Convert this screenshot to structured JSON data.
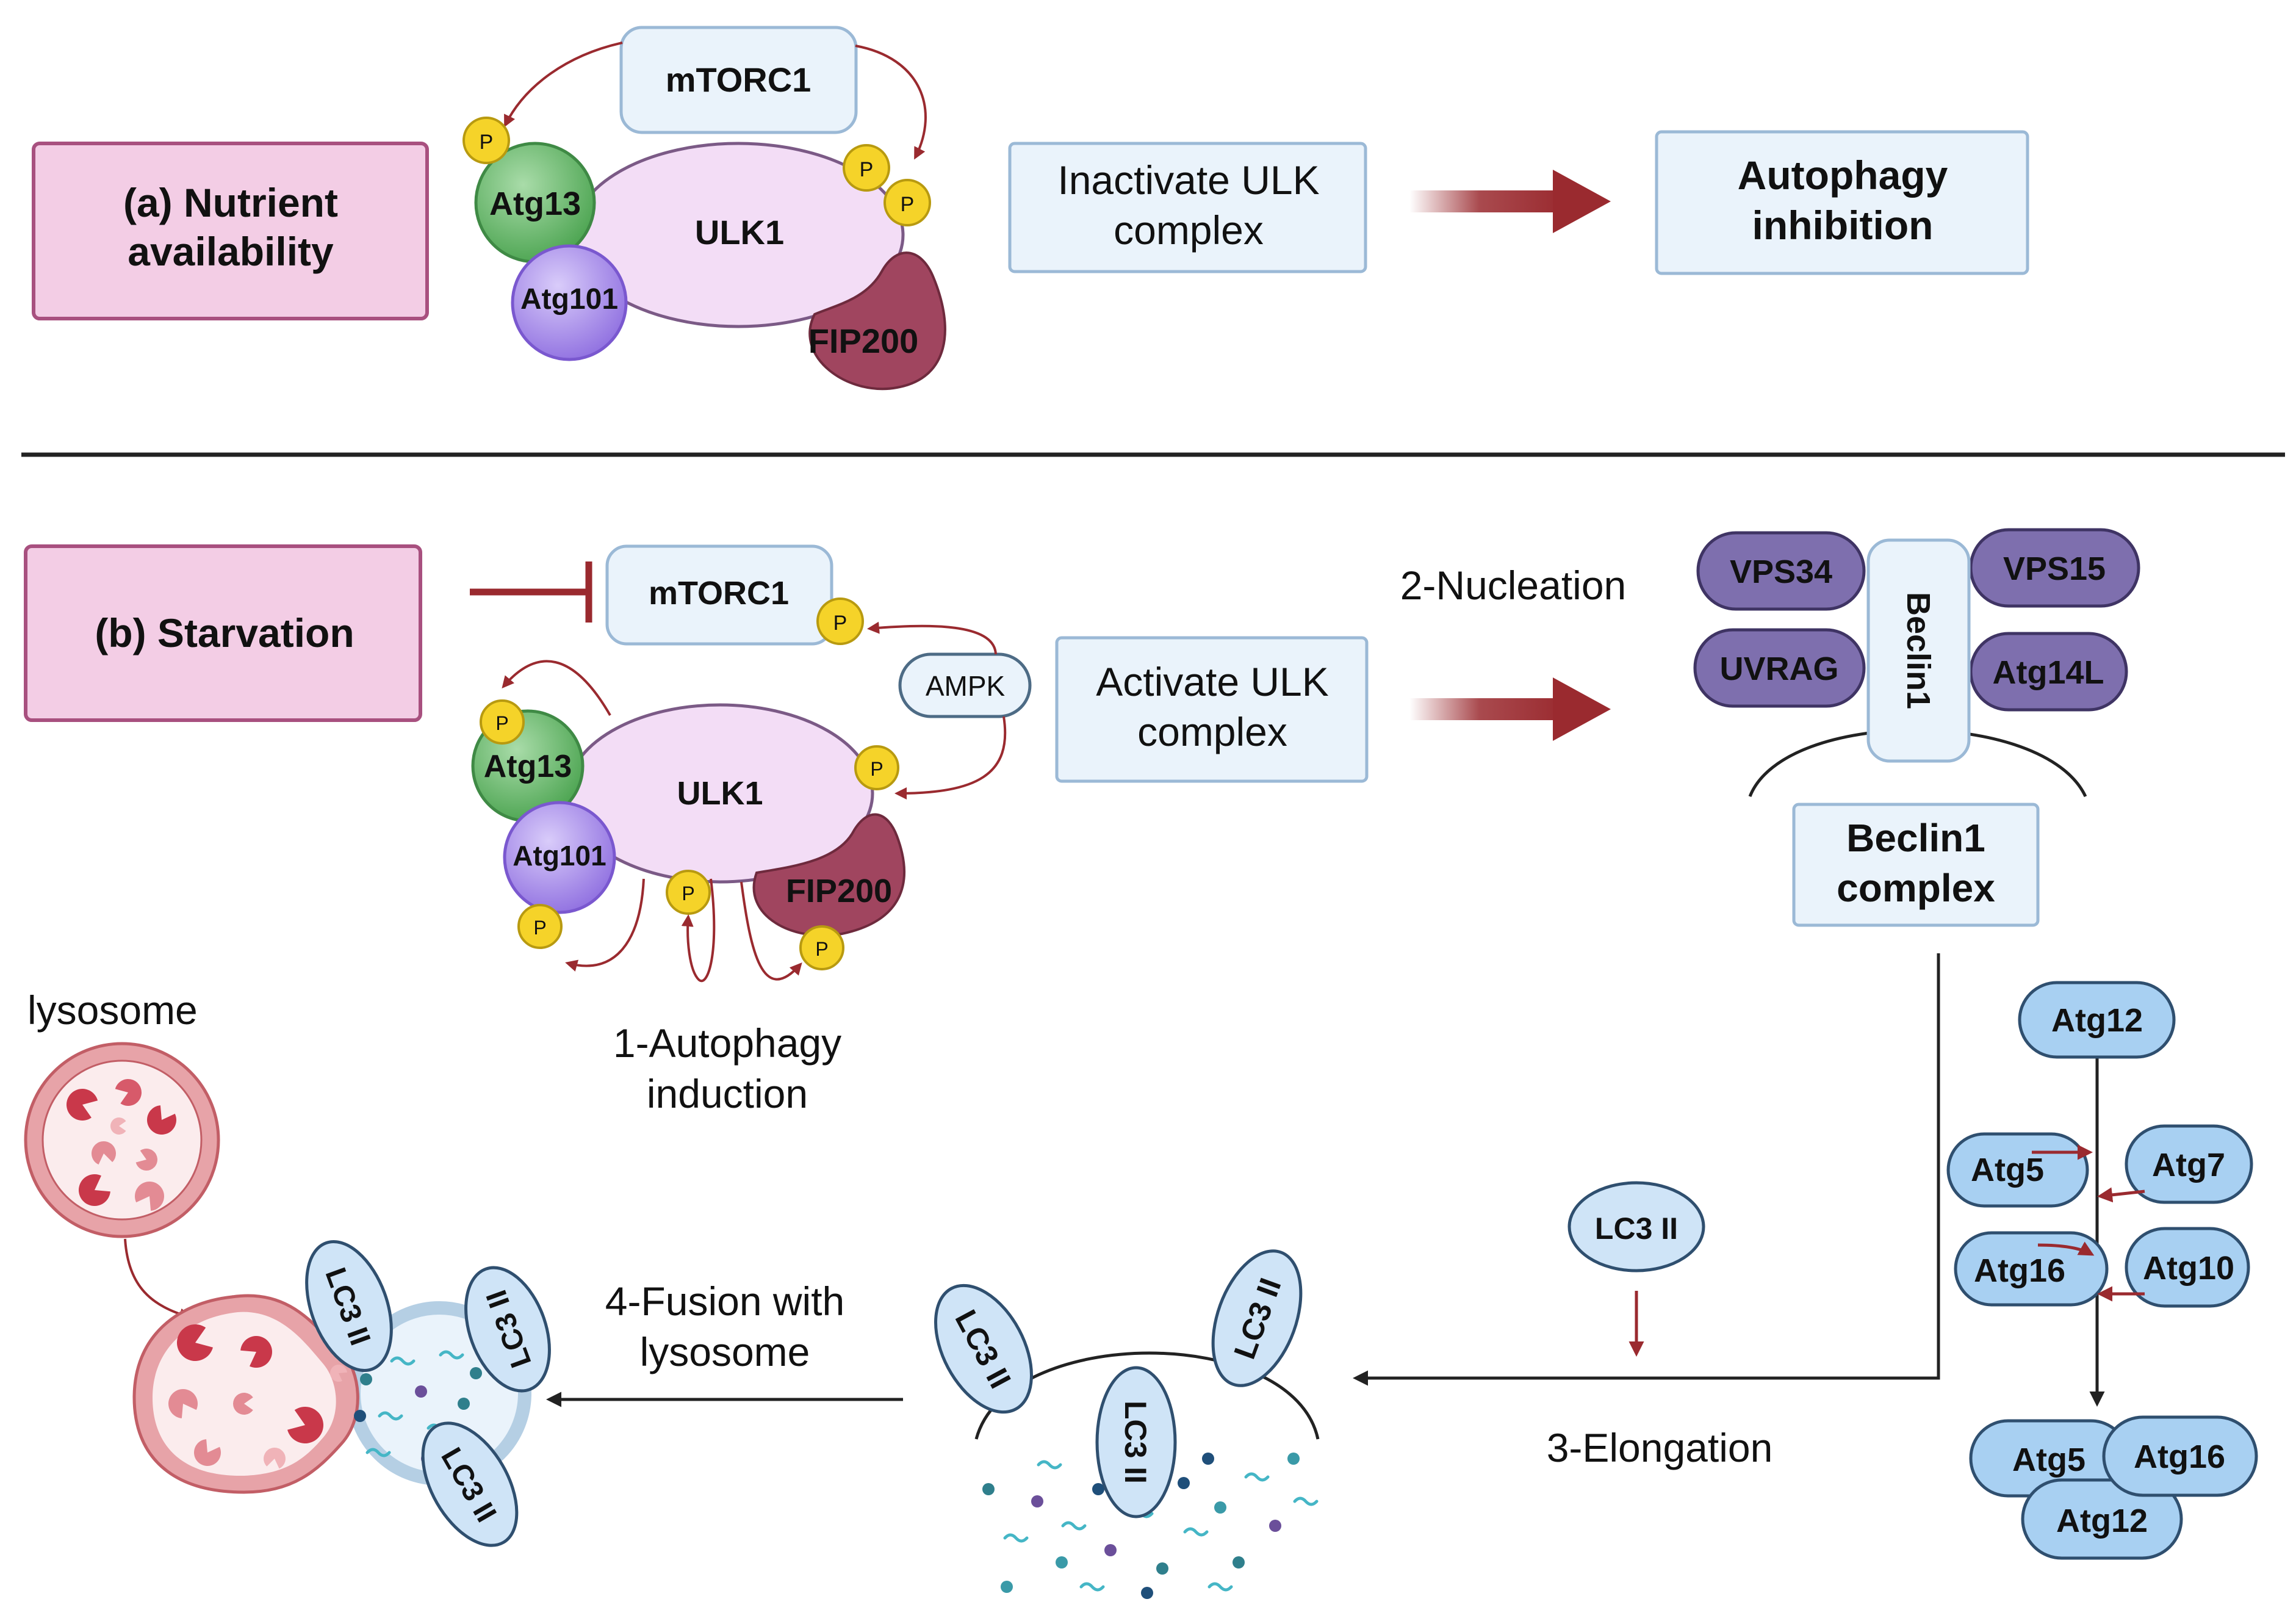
{
  "colors": {
    "pink_fill": "#f3cde5",
    "pink_stroke": "#a8507f",
    "blue_fill": "#eaf3fb",
    "blue_stroke": "#9bb9d6",
    "green": "#5fb563",
    "purple_ball": "#a88bea",
    "ulk1": "#f3ddf6",
    "fip200": "#a0455f",
    "p_yellow": "#f5d329",
    "red_arrow": "#9a2a2f",
    "vps": "#7e6fae",
    "atg_blue": "#a8d0f2",
    "lysosome_red": "#d7737b",
    "mem_blue": "#cde2f2"
  },
  "panel_a": {
    "label_l1": "(a) Nutrient",
    "label_l2": "availability",
    "mtorc1": "mTORC1",
    "atg13": "Atg13",
    "atg101": "Atg101",
    "ulk1": "ULK1",
    "fip200": "FIP200",
    "p": "P",
    "inactivate_l1": "Inactivate ULK",
    "inactivate_l2": "complex",
    "result_l1": "Autophagy",
    "result_l2": "inhibition"
  },
  "panel_b": {
    "label": "(b) Starvation",
    "mtorc1": "mTORC1",
    "ampk": "AMPK",
    "atg13": "Atg13",
    "atg101": "Atg101",
    "ulk1": "ULK1",
    "fip200": "FIP200",
    "p": "P",
    "activate_l1": "Activate ULK",
    "activate_l2": "complex",
    "induction_l1": "1-Autophagy",
    "induction_l2": "induction",
    "nucleation": "2-Nucleation",
    "vps34": "VPS34",
    "vps15": "VPS15",
    "uvrag": "UVRAG",
    "atg14l": "Atg14L",
    "beclin1": "Beclin1",
    "beclin_complex_l1": "Beclin1",
    "beclin_complex_l2": "complex",
    "atg12": "Atg12",
    "atg5": "Atg5",
    "atg7": "Atg7",
    "atg16": "Atg16",
    "atg10": "Atg10",
    "final_atg5": "Atg5",
    "final_atg16": "Atg16",
    "final_atg12": "Atg12",
    "lc3": "LC3 II",
    "elongation": "3-Elongation",
    "fusion_l1": "4-Fusion with",
    "fusion_l2": "lysosome",
    "lysosome": "lysosome"
  }
}
